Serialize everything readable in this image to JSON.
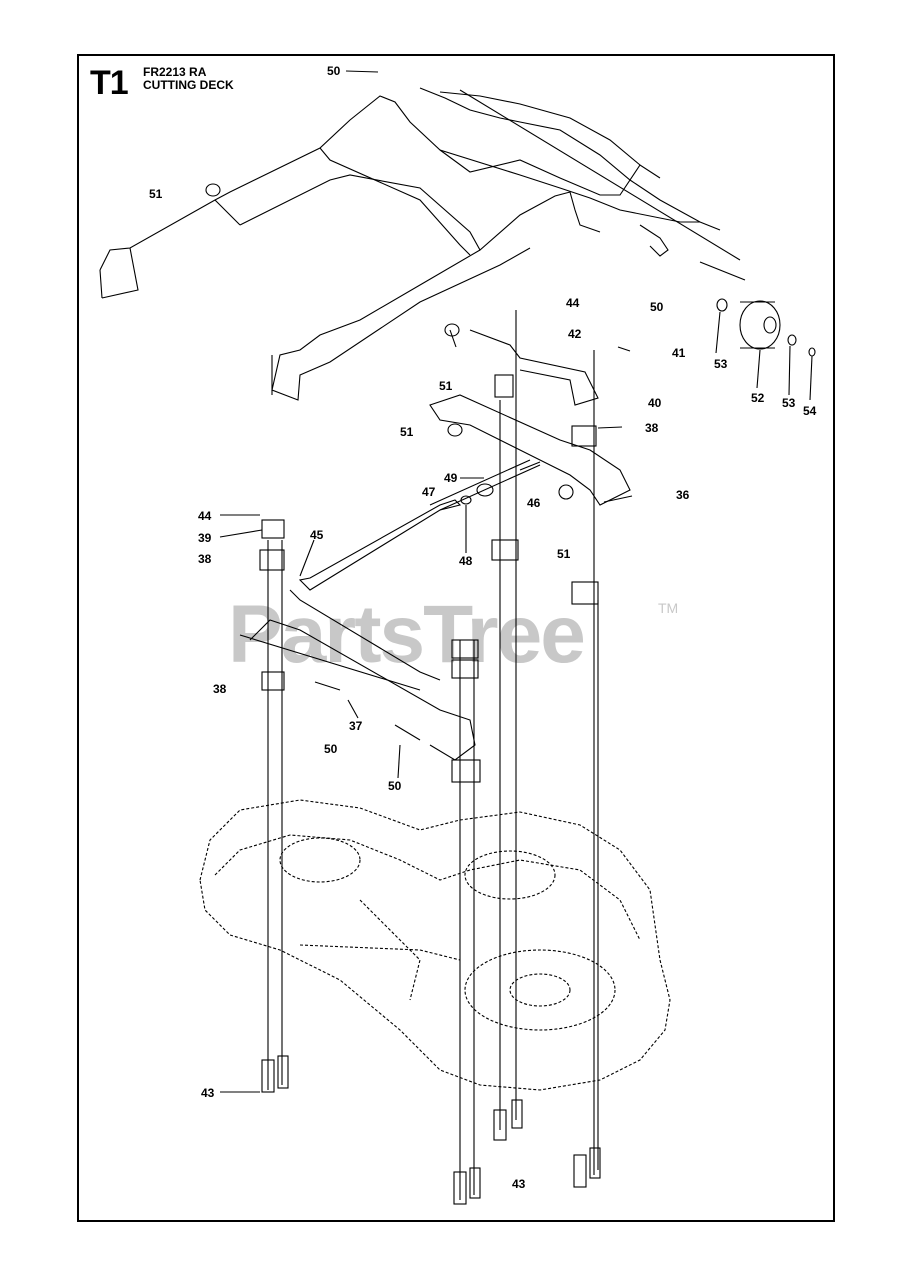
{
  "header": {
    "section_code": "T1",
    "model_line": "FR2213 RA",
    "title_line": "CUTTING DECK"
  },
  "watermark": {
    "text": "PartsTree",
    "trademark": "TM",
    "color": "#c8c8c8"
  },
  "callouts": [
    {
      "id": "50",
      "text": "50"
    },
    {
      "id": "51",
      "text": "51"
    },
    {
      "id": "44",
      "text": "44"
    },
    {
      "id": "50",
      "text": "50"
    },
    {
      "id": "42",
      "text": "42"
    },
    {
      "id": "41",
      "text": "41"
    },
    {
      "id": "53",
      "text": "53"
    },
    {
      "id": "52",
      "text": "52"
    },
    {
      "id": "53",
      "text": "53"
    },
    {
      "id": "54",
      "text": "54"
    },
    {
      "id": "51",
      "text": "51"
    },
    {
      "id": "40",
      "text": "40"
    },
    {
      "id": "51",
      "text": "51"
    },
    {
      "id": "38",
      "text": "38"
    },
    {
      "id": "49",
      "text": "49"
    },
    {
      "id": "47",
      "text": "47"
    },
    {
      "id": "46",
      "text": "46"
    },
    {
      "id": "36",
      "text": "36"
    },
    {
      "id": "44",
      "text": "44"
    },
    {
      "id": "39",
      "text": "39"
    },
    {
      "id": "38",
      "text": "38"
    },
    {
      "id": "45",
      "text": "45"
    },
    {
      "id": "48",
      "text": "48"
    },
    {
      "id": "51",
      "text": "51"
    },
    {
      "id": "38",
      "text": "38"
    },
    {
      "id": "37",
      "text": "37"
    },
    {
      "id": "50",
      "text": "50"
    },
    {
      "id": "50",
      "text": "50"
    },
    {
      "id": "43",
      "text": "43"
    },
    {
      "id": "43",
      "text": "43"
    }
  ]
}
